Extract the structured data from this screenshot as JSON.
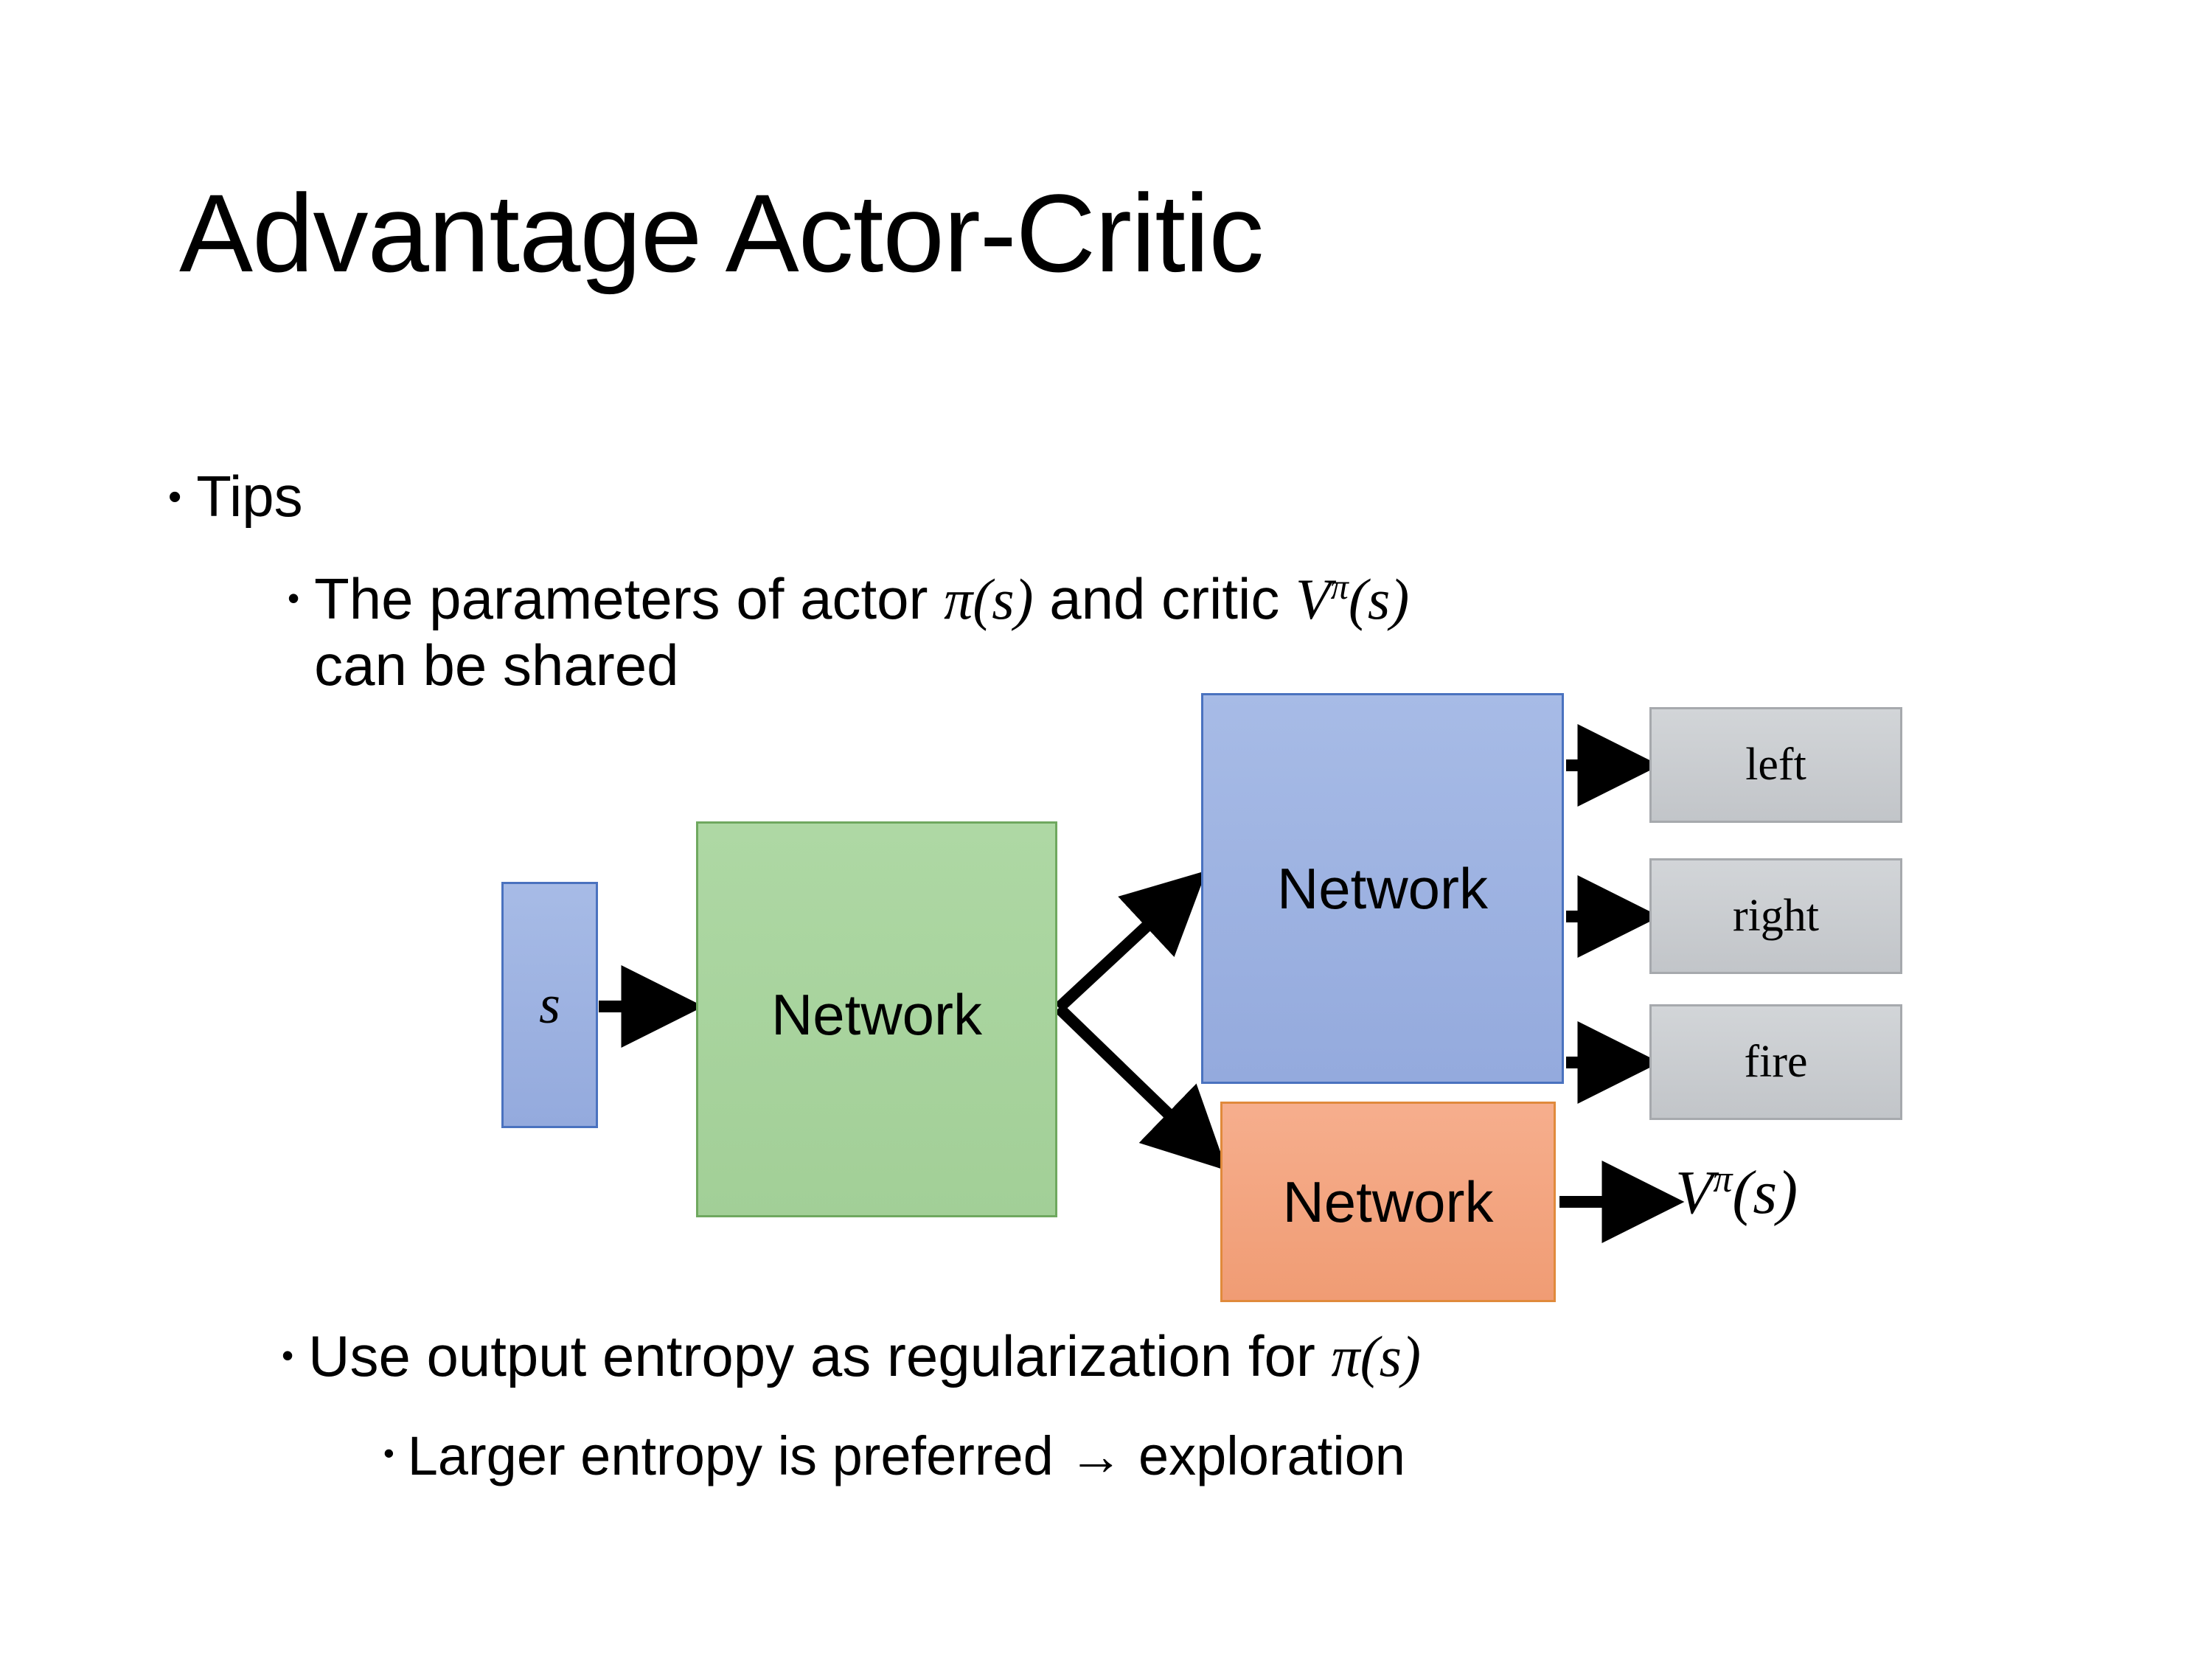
{
  "slide": {
    "title": "Advantage Actor-Critic",
    "background_color": "#ffffff"
  },
  "bullets": {
    "tips": "Tips",
    "params_prefix": "The parameters of actor ",
    "params_actor_math": "π(s)",
    "params_middle": "  and critic ",
    "params_critic_v": "V",
    "params_critic_sup": "π",
    "params_critic_arg": "(s)",
    "params_line2": "can be shared",
    "entropy_prefix": "Use output entropy as regularization for ",
    "entropy_math": "π(s)",
    "larger": "Larger entropy is preferred → exploration",
    "bullet_glyph_level1": "•",
    "bullet_glyph_level2": "•",
    "bullet_glyph_level3": "•"
  },
  "diagram": {
    "input_label": "s",
    "shared_network_label": "Network",
    "actor_network_label": "Network",
    "critic_network_label": "Network",
    "outputs": [
      {
        "label": "left"
      },
      {
        "label": "right"
      },
      {
        "label": "fire"
      }
    ],
    "critic_output_v": "V",
    "critic_output_sup": "π",
    "critic_output_arg": "(s)",
    "colors": {
      "input_fill": "#9cb0e0",
      "input_border": "#4a72bf",
      "shared_fill": "#a8d49e",
      "shared_border": "#6fa85f",
      "actor_fill": "#9cb0e0",
      "actor_border": "#4a72bf",
      "critic_fill": "#f2a280",
      "critic_border": "#e08a3c",
      "output_fill": "#c9ccd0",
      "output_border": "#a6a9ad",
      "arrow": "#000000"
    }
  }
}
